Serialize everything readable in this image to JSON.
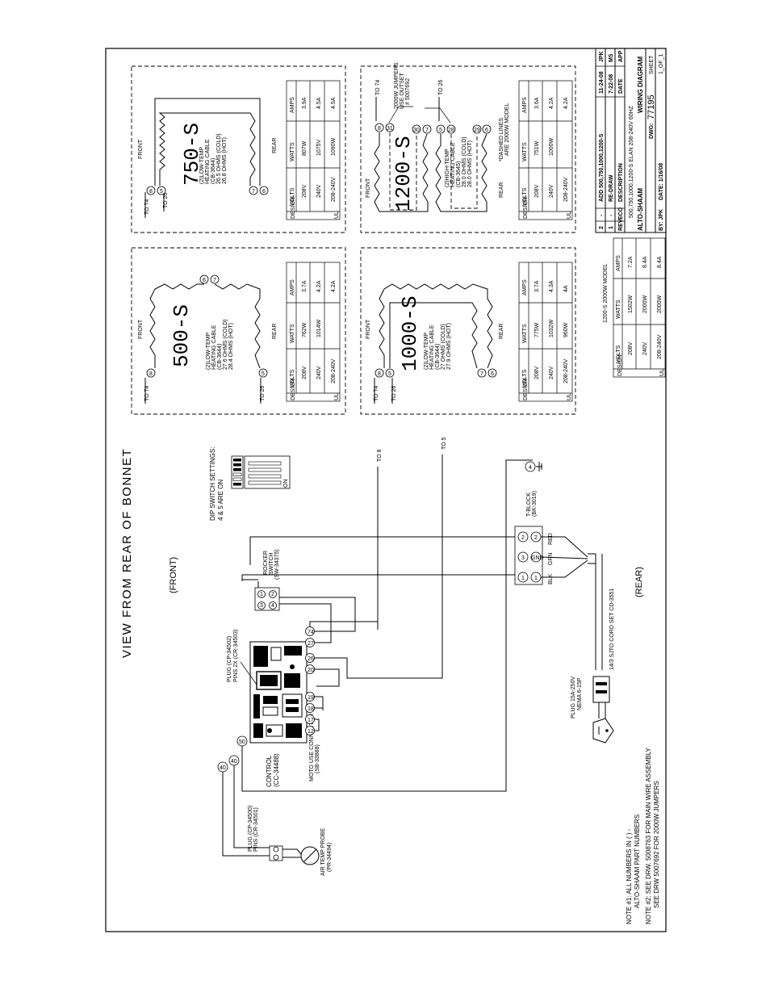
{
  "view_title": "VIEW FROM REAR OF BONNET",
  "front_label": "(FRONT)",
  "rear_label": "(REAR)",
  "notes": {
    "note1_a": "NOTE #1: ALL NUMBERS IN ( ) -",
    "note1_b": "ALTO-SHAAM PART NUMBERS",
    "note2_a": "NOTE #2: SEE DRW. 5008763 FOR MAIN WIRE ASSEMBLY",
    "note2_b": "SEE DRW 5007692 FOR 2000W JUMPERS"
  },
  "dip": {
    "title": "DIP SWITCH SETTINGS:",
    "sub": "4 & 5 ARE ON",
    "on": "ON"
  },
  "to_labels": {
    "to8": "TO 8",
    "to5": "TO 5",
    "to74": "TO 74",
    "to26": "TO 26"
  },
  "components": {
    "plug_main_a": "PLUG (CP-34502)",
    "plug_main_b": "PINS 2X (CR-34503)",
    "control_a": "CONTROL",
    "control_b": "(CC-34488)",
    "connector_a": "MOTO USE CONNECTOR",
    "connector_b": "(SB-33888)",
    "rocker_a": "ROCKER",
    "rocker_b": "SWITCH",
    "rocker_c": "(SW-34375)",
    "plug_probe_a": "PLUG (CP-34500)",
    "plug_probe_b": "PINS (CR-34501)",
    "probe_a": "AIR TEMP PROBE",
    "probe_b": "(PR-34494)",
    "tblock_a": "T-BLOCK",
    "tblock_b": "(BK-3019)",
    "cord": "14/3 SJTO CORD SET CD-3551",
    "wall_plug_a": "PLUG 15A-250V",
    "wall_plug_b": "NEMA 6-15P"
  },
  "wire_colors": {
    "red": "RED",
    "grn": "GRN",
    "blk": "BLK",
    "gnd": "GND"
  },
  "wire_numbers": [
    "40",
    "40",
    "50",
    "12",
    "17",
    "18",
    "19",
    "20",
    "26",
    "27",
    "74",
    "8",
    "6",
    "5",
    "7",
    "4",
    "1",
    "2",
    "3",
    "26",
    "25"
  ],
  "models": {
    "m750": {
      "name": "750-S",
      "cable_a": "(2)LOW-TEMP",
      "cable_b": "HEATING CABLE",
      "cable_c": "(CB-3644)",
      "cable_d": "26.5 OHMS (COLD)",
      "cable_e": "26.8 OHMS (HOT)",
      "front": "FRONT",
      "rear": "REAR",
      "header": [
        "VOLTS",
        "WATTS",
        "AMPS"
      ],
      "rows": [
        [
          "208V",
          "807W",
          "3.9A"
        ],
        [
          "240V",
          "1075V",
          "4.5A"
        ],
        [
          "208-240V",
          "1090W",
          "4.5A"
        ]
      ],
      "foot": [
        "UL",
        "DESIGN"
      ]
    },
    "m500": {
      "name": "500-S",
      "cable_a": "(2)LOW-TEMP",
      "cable_b": "HEATING CABLE",
      "cable_c": "(CB-3644)",
      "cable_d": "27.6 OHMS (COLD)",
      "cable_e": "28.4 OHMS (HOT)",
      "front": "FRONT",
      "rear": "REAR",
      "header": [
        "VOLTS",
        "WATTS",
        "AMPS"
      ],
      "rows": [
        [
          "208V",
          "762W",
          "3.7A"
        ],
        [
          "240V",
          "1014W",
          "4.2A"
        ],
        [
          "208-240V",
          "",
          "4.2A"
        ]
      ],
      "foot": [
        "UL",
        "DESIGN"
      ]
    },
    "m1200": {
      "name": "1200-S",
      "jumpers_a": "2000W JUMPERS",
      "jumpers_b": "USE OUTSET",
      "jumpers_c": "# 5007692",
      "cable_a": "(2)HIGH-TEMP",
      "cable_b": "HEATING CABLE",
      "cable_c": "(CB-3645)",
      "cable_d": "28.0 OHMS (COLD)",
      "cable_e": "28.0 OHMS (HOT)",
      "dashed_a": "*DASHED LINES",
      "dashed_b": "ARE 2000W MODEL",
      "front": "FRONT",
      "rear": "REAR",
      "header": [
        "VOLTS",
        "WATTS",
        "AMPS"
      ],
      "rows": [
        [
          "208V",
          "751W",
          "3.6A"
        ],
        [
          "240V",
          "1000W",
          "4.2A"
        ],
        [
          "208-240V",
          "",
          "4.2A"
        ]
      ],
      "foot": [
        "UL",
        "DESIGN"
      ]
    },
    "m1000": {
      "name": "1000-S",
      "cable_a": "(2)LOW-TEMP",
      "cable_b": "HEATING CABLE",
      "cable_c": "(CB-3644)",
      "cable_d": "27 OHMS (COLD)",
      "cable_e": "27.9 OHMS (HOT)",
      "front": "FRONT",
      "rear": "REAR",
      "header": [
        "VOLTS",
        "WATTS",
        "AMPS"
      ],
      "rows": [
        [
          "208V",
          "775W",
          "3.7A"
        ],
        [
          "240V",
          "1032W",
          "4.3A"
        ],
        [
          "208-240V",
          "960W",
          "4A"
        ]
      ],
      "foot": [
        "UL",
        "DESIGN"
      ]
    }
  },
  "model_2000": {
    "title": "1200-S 2000W MODEL",
    "header": [
      "VOLTS",
      "WATTS",
      "AMPS"
    ],
    "rows": [
      [
        "208V",
        "1502W",
        "7.2A"
      ],
      [
        "240V",
        "2000W",
        "8.4A"
      ],
      [
        "208-240V",
        "2000W",
        "8.4A"
      ]
    ],
    "foot": [
      "UL",
      "DESIGN"
    ]
  },
  "title_block": {
    "rev_rows": [
      [
        "2",
        "-",
        "ADD 500,750,1000,1200-S",
        "11-24-08",
        "JPK"
      ],
      [
        "1",
        "-",
        "RE-DRAW",
        "7-22-08",
        "MS"
      ]
    ],
    "rev_header": [
      "REV",
      "ECO",
      "DESCRIPTION",
      "DATE",
      "APP"
    ],
    "title_line": "500,750,1000,1200-S ELAN 208-240V 60HZ",
    "company": "ALTO-SHAAM",
    "diagram": "WIRING DIAGRAM",
    "dwg_label": "DWG:",
    "dwg_no": "77195",
    "by": "BY: JPK",
    "date": "DATE: 1/16/08",
    "sheet_label": "SHEET",
    "sheet_no": "1_OF_1"
  }
}
